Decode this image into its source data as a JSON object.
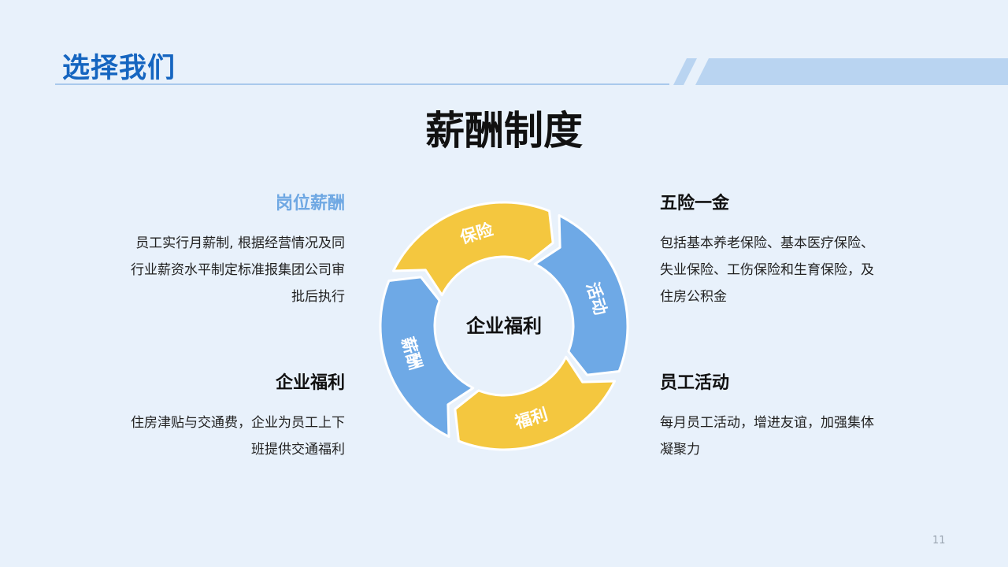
{
  "header": {
    "title": "选择我们"
  },
  "main_title": "薪酬制度",
  "sections": {
    "top_left": {
      "heading": "岗位薪酬",
      "lines": [
        "员工实行月薪制, 根据经营情况及同",
        "行业薪资水平制定标准报集团公司审",
        "批后执行"
      ]
    },
    "bottom_left": {
      "heading": "企业福利",
      "lines": [
        "住房津贴与交通费，企业为员工上下",
        "班提供交通福利"
      ]
    },
    "top_right": {
      "heading": "五险一金",
      "lines": [
        "包括基本养老保险、基本医疗保险、",
        "失业保险、工伤保险和生育保险，及",
        "住房公积金"
      ]
    },
    "bottom_right": {
      "heading": "员工活动",
      "lines": [
        "每月员工活动，增进友谊，加强集体",
        "凝聚力"
      ]
    }
  },
  "cycle": {
    "center": "企业福利",
    "segments": [
      {
        "label": "保险",
        "color": "#f4c73f"
      },
      {
        "label": "活动",
        "color": "#6ea9e6"
      },
      {
        "label": "福利",
        "color": "#f4c73f"
      },
      {
        "label": "薪酬",
        "color": "#6ea9e6"
      }
    ]
  },
  "colors": {
    "accent_blue": "#1565c0",
    "light_blue": "#6fa8e3",
    "yellow": "#f4c73f"
  },
  "page_number": "11"
}
